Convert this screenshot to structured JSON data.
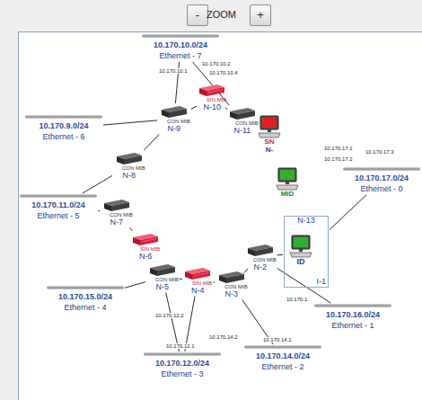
{
  "diagram": {
    "nodes": [
      {
        "text": [
          "-"
        ]
      },
      {
        "text": [
          "+"
        ]
      },
      {
        "text": [
          "10.170.10.0/24",
          "Ethernet - 7"
        ]
      },
      {
        "text": [
          "10.170.9.0/24",
          "Ethernet - 6"
        ]
      },
      {
        "text": [
          "10.170.17.0/24",
          "Ethernet - 0"
        ]
      },
      {
        "text": [
          "SIN MIB",
          "N-10"
        ]
      },
      {
        "text": [
          "CON MIB",
          "N-9"
        ]
      },
      {
        "text": [
          "CON MIB",
          "N-11"
        ]
      },
      {
        "text": [
          "SN",
          "N-"
        ]
      },
      {
        "text": [
          "MID"
        ]
      },
      {
        "text": [
          "10.170.11.0/24",
          "Ethernet - 5"
        ]
      },
      {
        "text": [
          "CON MIB",
          "N-8"
        ]
      },
      {
        "text": [
          "CON MIB",
          "N-7"
        ]
      },
      {
        "text": [
          "N-13",
          "I-1"
        ]
      },
      {
        "text": [
          "ID"
        ],
        "in": 13
      },
      {
        "text": [
          "SIN MIB",
          "N-6"
        ]
      },
      {
        "text": [
          "CON MIB",
          "N-2"
        ]
      },
      {
        "text": [
          "10.170.15.0/24",
          "Ethernet - 4"
        ]
      },
      {
        "text": [
          "CON MIB",
          "N-5"
        ]
      },
      {
        "text": [
          "SIN MIB",
          "N-4"
        ]
      },
      {
        "text": [
          "CON MIB",
          "N-3"
        ]
      },
      {
        "text": [
          "10.170.16.0/24",
          "Ethernet - 1"
        ]
      },
      {
        "text": [
          "10.170.14.0/24",
          "Ethernet - 2"
        ]
      },
      {
        "text": [
          "10.170.12.0/24",
          "Ethernet - 3"
        ]
      }
    ],
    "edges": [
      {
        "from": 6,
        "to": 2,
        "arrow": "none"
      },
      {
        "from": 7,
        "to": 2,
        "arrow": "none"
      },
      {
        "from": 6,
        "to": 3,
        "arrow": "none"
      },
      {
        "from": 6,
        "to": 5,
        "arrow": "none"
      },
      {
        "from": 5,
        "to": 7,
        "arrow": "none"
      },
      {
        "from": 11,
        "to": 6,
        "arrow": "none"
      },
      {
        "from": 11,
        "to": 10,
        "arrow": "none"
      },
      {
        "from": 12,
        "to": 10,
        "arrow": "none"
      },
      {
        "from": 12,
        "to": 15,
        "arrow": "none"
      },
      {
        "from": 15,
        "to": 18,
        "arrow": "none"
      },
      {
        "from": 18,
        "to": 17,
        "arrow": "none"
      },
      {
        "from": 18,
        "to": 23,
        "arrow": "none"
      },
      {
        "from": 19,
        "to": 23,
        "arrow": "none"
      },
      {
        "from": 18,
        "to": 19,
        "arrow": "none"
      },
      {
        "from": 19,
        "to": 20,
        "arrow": "none"
      },
      {
        "from": 20,
        "to": 22,
        "arrow": "none"
      },
      {
        "from": 20,
        "to": 16,
        "arrow": "none"
      },
      {
        "from": 16,
        "to": 21,
        "arrow": "none"
      },
      {
        "from": 16,
        "to": 13,
        "arrow": "none"
      },
      {
        "from": 13,
        "to": 4,
        "arrow": "none"
      }
    ],
    "labels": [
      "ZOOM",
      "10.170.10.1",
      "10.170.10.2",
      "10.170.10.4",
      "10.170.12.2",
      "10.170.12.1",
      "10.170.14.2",
      "10.170.14.1",
      "10.170.1",
      "10.170.17.1",
      "10.170.17.3",
      "10.170.17.2"
    ]
  }
}
